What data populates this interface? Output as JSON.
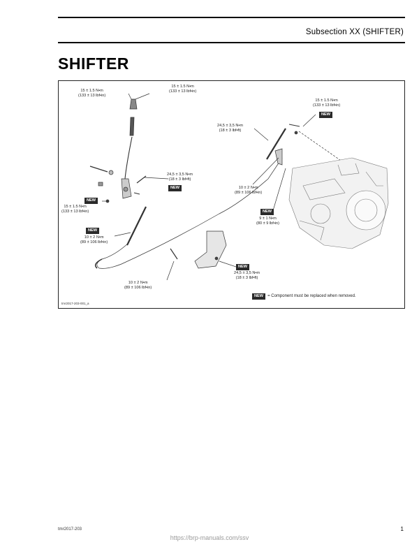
{
  "header": {
    "subsection": "Subsection XX (SHIFTER)"
  },
  "page_title": "SHIFTER",
  "figure": {
    "labels": {
      "knob_left": [
        "15 ± 1.5 N•m",
        "(133 ± 13 lbf•in)"
      ],
      "knob_top": [
        "15 ± 1.5 N•m",
        "(133 ± 13 lbf•in)"
      ],
      "right_top": [
        "15 ± 1.5 N•m",
        "(133 ± 13 lbf•in)"
      ],
      "cable_upper": [
        "24,5 ± 3,5 N•m",
        "(18 ± 3 lbf•ft)"
      ],
      "lever_mid": [
        "24,5 ± 3,5 N•m",
        "(18 ± 3 lbf•ft)"
      ],
      "left_mid": [
        "15 ± 1.5 N•m",
        "(133 ± 13 lbf•in)"
      ],
      "bracket_right": [
        "10 ± 2 N•m",
        "(89 ± 106 lbf•in)"
      ],
      "left_lower": [
        "10 ± 2 N•m",
        "(89 ± 106 lbf•in)"
      ],
      "engine_small": [
        "9 ± 1 N•m",
        "(80 ± 9 lbf•in)"
      ],
      "bottom_center": [
        "10 ± 2 N•m",
        "(89 ± 106 lbf•in)"
      ],
      "bottom_right": [
        "24,5 ± 3,5 N•m",
        "(18 ± 3 lbf•ft)"
      ]
    },
    "new_badge": "NEW",
    "legend_text": "= Component must be replaced when removed.",
    "figure_code": "tmr2017-203-001_a"
  },
  "footer": {
    "doc_code": "tmr2017-203",
    "page_number": "1",
    "url": "https://brp-manuals.com/ssv"
  }
}
